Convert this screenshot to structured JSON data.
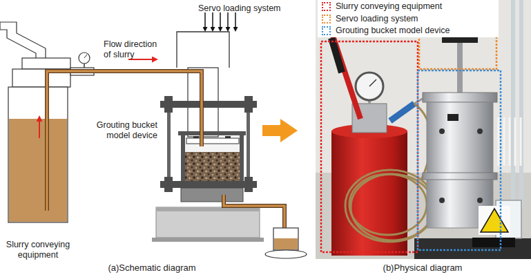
{
  "diagram": {
    "nodes": [
      {
        "text": [
          "Slurry conveying equipment"
        ]
      },
      {
        "text": [
          "Servo loading system"
        ]
      },
      {
        "text": [
          "Grouting bucket model device"
        ]
      }
    ],
    "edges": [
      {
        "from": 0,
        "to": 2,
        "arrow": "none"
      }
    ],
    "labels": [
      "Flow direction of slurry",
      "(a)Schematic diagram",
      "(b)Physical diagram"
    ],
    "legend": [
      {
        "text": "Slurry conveying equipment",
        "color": "#e52421"
      },
      {
        "text": "Servo loading system",
        "color": "#f0892a"
      },
      {
        "text": "Grouting bucket model device",
        "color": "#3b8ed6"
      }
    ]
  }
}
